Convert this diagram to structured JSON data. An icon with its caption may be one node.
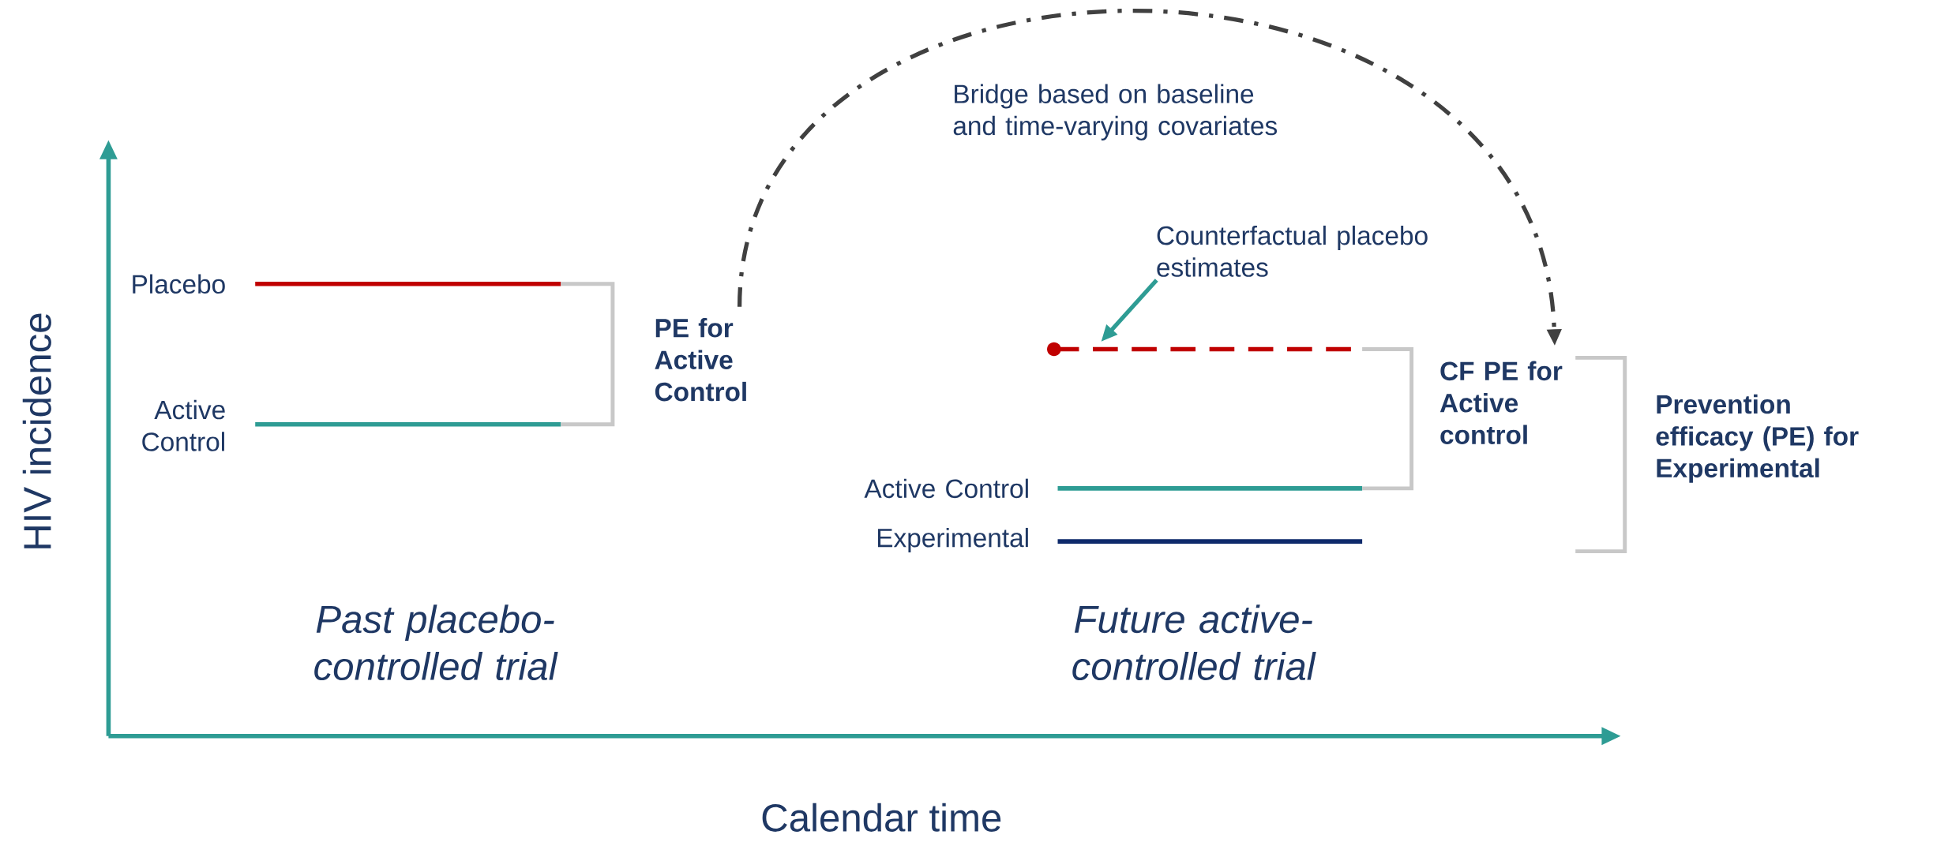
{
  "diagram": {
    "nodes": [
      {
        "text": [
          "PE for Active Control"
        ]
      },
      {
        "text": [
          "CF PE for Active control"
        ]
      },
      {
        "text": [
          "Counterfactual placebo estimates"
        ]
      }
    ],
    "edges": [
      {
        "from": 0,
        "to": 1,
        "arrow": "to",
        "label": "Bridge based on baseline and time-varying covariates",
        "style": "dashed",
        "color": "#404040"
      },
      {
        "from": 2,
        "to": null,
        "arrow": "to",
        "color": "#2e9c94"
      }
    ],
    "labels": [
      "HIV incidence",
      "Placebo",
      "Active Control",
      "Active Control",
      "Experimental",
      "Prevention efficacy (PE) for Experimental",
      "Past placebo-controlled trial",
      "Future active-controlled trial",
      "Calendar time"
    ]
  }
}
